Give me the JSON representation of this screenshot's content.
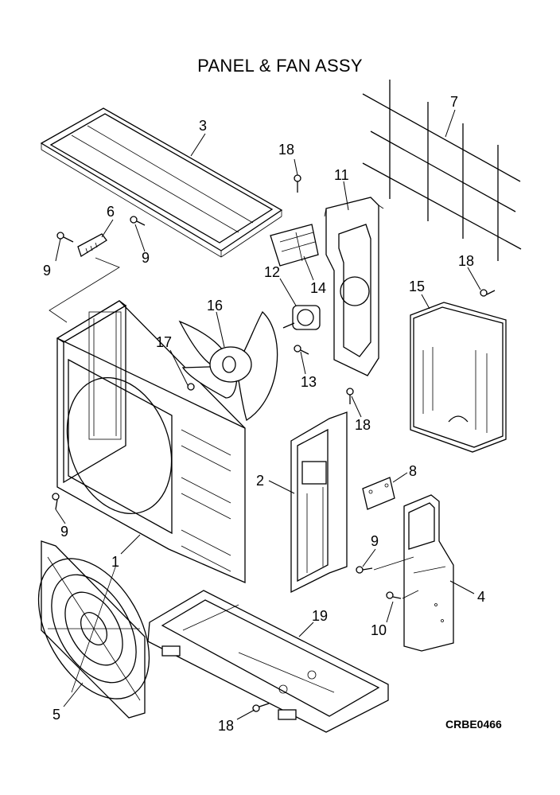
{
  "title": "PANEL & FAN ASSY",
  "drawing_code": "CRBE0466",
  "callouts": [
    {
      "id": "c1",
      "label": "1"
    },
    {
      "id": "c2",
      "label": "2"
    },
    {
      "id": "c3",
      "label": "3"
    },
    {
      "id": "c4",
      "label": "4"
    },
    {
      "id": "c5",
      "label": "5"
    },
    {
      "id": "c6",
      "label": "6"
    },
    {
      "id": "c7",
      "label": "7"
    },
    {
      "id": "c8",
      "label": "8"
    },
    {
      "id": "c9a",
      "label": "9"
    },
    {
      "id": "c9b",
      "label": "9"
    },
    {
      "id": "c9c",
      "label": "9"
    },
    {
      "id": "c9d",
      "label": "9"
    },
    {
      "id": "c10",
      "label": "10"
    },
    {
      "id": "c11",
      "label": "11"
    },
    {
      "id": "c12",
      "label": "12"
    },
    {
      "id": "c13",
      "label": "13"
    },
    {
      "id": "c14",
      "label": "14"
    },
    {
      "id": "c15",
      "label": "15"
    },
    {
      "id": "c16",
      "label": "16"
    },
    {
      "id": "c17",
      "label": "17"
    },
    {
      "id": "c18a",
      "label": "18"
    },
    {
      "id": "c18b",
      "label": "18"
    },
    {
      "id": "c18c",
      "label": "18"
    },
    {
      "id": "c18d",
      "label": "18"
    },
    {
      "id": "c19",
      "label": "19"
    }
  ]
}
